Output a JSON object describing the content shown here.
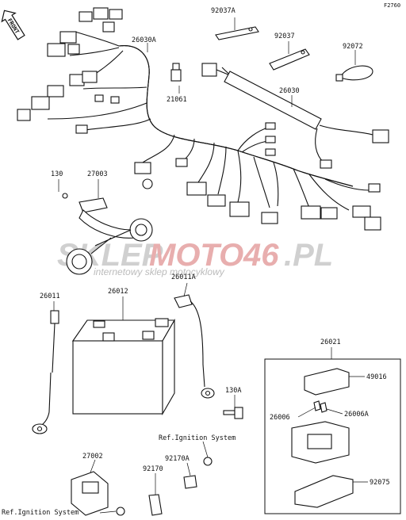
{
  "figure_code": "F2760",
  "front_label": "FRONT",
  "callouts": {
    "c_92037A": "92037A",
    "c_92037": "92037",
    "c_92072": "92072",
    "c_26030A": "26030A",
    "c_21061": "21061",
    "c_26030": "26030",
    "c_130_top": "130",
    "c_27003": "27003",
    "c_26011": "26011",
    "c_26012": "26012",
    "c_26011A": "26011A",
    "c_130A": "130A",
    "c_26021": "26021",
    "c_49016": "49016",
    "c_26006": "26006",
    "c_26006A": "26006A",
    "c_92075": "92075",
    "c_27002": "27002",
    "c_92170A": "92170A",
    "c_92170": "92170"
  },
  "references": {
    "ref_right": "Ref.Ignition System",
    "ref_left": "Ref.Ignition System"
  },
  "watermark": {
    "text_a": "SKLEP",
    "text_b": "MOTO",
    "text_c": "46",
    "text_d": ".PL",
    "tagline": "internetowy sklep motocyklowy"
  },
  "colors": {
    "line": "#111111",
    "watermark_grey": "#c8c8c8",
    "watermark_red": "#e4a0a0"
  }
}
